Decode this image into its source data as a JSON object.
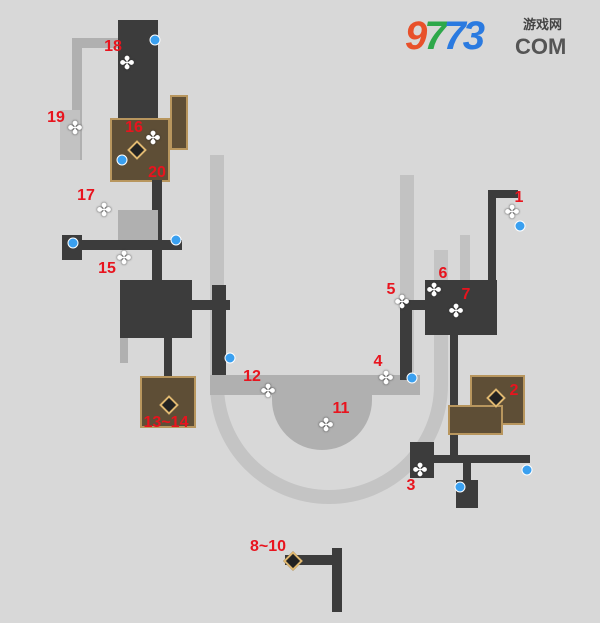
{
  "logo": {
    "number": "9773",
    "site_cn": "游戏网",
    "domain": "COM"
  },
  "markers": [
    "1",
    "2",
    "3",
    "4",
    "5",
    "6",
    "7",
    "8~10",
    "11",
    "12",
    "13~14",
    "15",
    "16",
    "17",
    "18",
    "19",
    "20"
  ],
  "icons": {
    "collectible": "clover-icon",
    "teleport": "teleport-waypoint-icon",
    "objective": "diamond-objective-icon"
  },
  "colors": {
    "label": "#e8141e",
    "corridor": "#b0b0b0",
    "room": "#3c3c3c",
    "gold_room": "#5e4e36",
    "teleport": "#3aa0f0"
  }
}
